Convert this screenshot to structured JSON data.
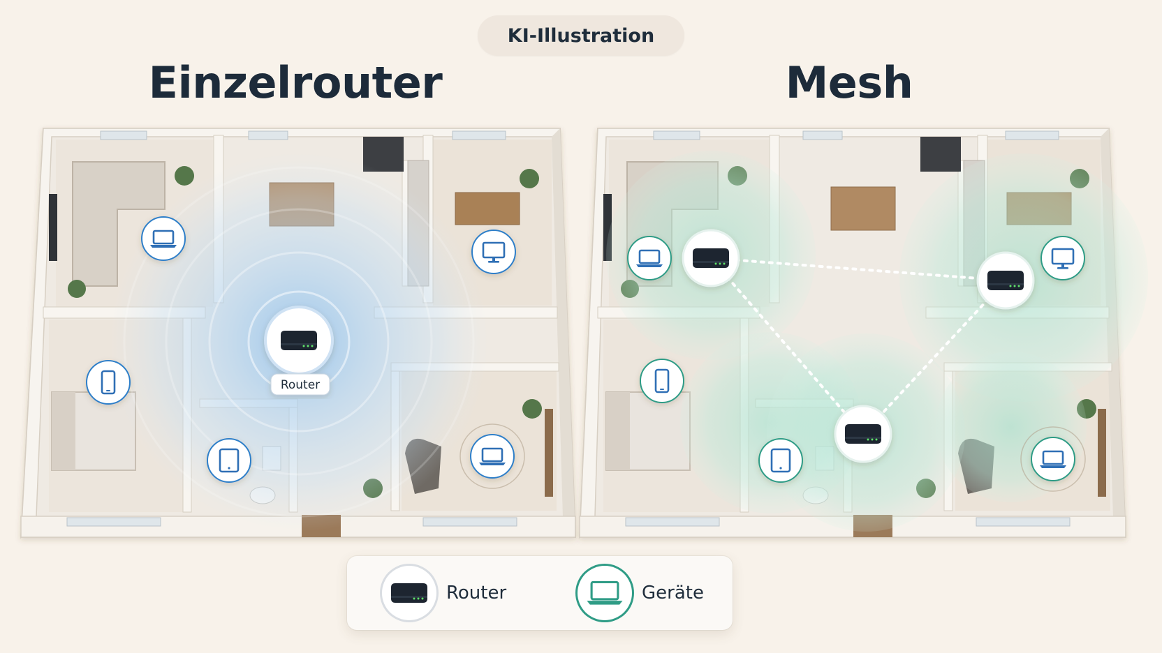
{
  "badge": {
    "label": "KI-Illustration"
  },
  "panels": {
    "left": {
      "title": "Einzelrouter",
      "router_tag": "Router"
    },
    "right": {
      "title": "Mesh"
    }
  },
  "legend": {
    "router": {
      "label": "Router",
      "icon": "router-icon"
    },
    "devices": {
      "label": "Geräte",
      "icon": "laptop-icon"
    }
  },
  "colors": {
    "background": "#f8f2ea",
    "single_router_coverage": "#7fb6e6",
    "mesh_coverage": "#8fd6bf",
    "device_ring": "#2f7fc9",
    "mesh_accent": "#2f9c86",
    "title_text": "#1d2b3a"
  }
}
